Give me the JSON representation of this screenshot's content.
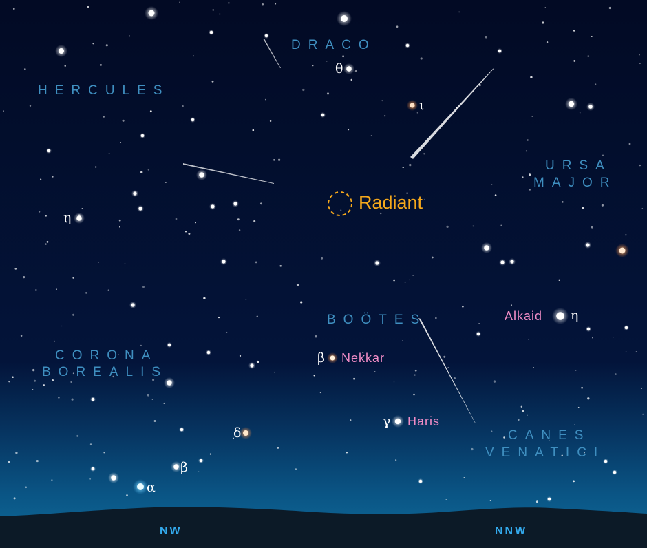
{
  "constellations": {
    "draco": "DRACO",
    "hercules": "HERCULES",
    "ursa_major_1": "URSA",
    "ursa_major_2": "MAJOR",
    "bootes": "BOÖTES",
    "corona_1": "CORONA",
    "corona_2": "BOREALIS",
    "canes_1": "CANES",
    "canes_2": "VENATICI"
  },
  "radiant": {
    "label": "Radiant",
    "color": "#f5a81c"
  },
  "stars": {
    "draco_theta": "θ",
    "draco_iota": "ι",
    "hercules_eta": "η",
    "bootes_beta_letter": "β",
    "bootes_beta_name": "Nekkar",
    "bootes_gamma_letter": "γ",
    "bootes_gamma_name": "Haris",
    "bootes_delta": "δ",
    "crb_alpha": "α",
    "crb_beta": "β",
    "uma_eta_name": "Alkaid",
    "uma_eta_letter": "η"
  },
  "directions": {
    "nw": "NW",
    "nnw": "NNW"
  },
  "colors": {
    "sky_top": "#020a24",
    "sky_horizon": "#0f6d9c",
    "constellation_label": "#3f8fc0",
    "star_name": "#f08cc6",
    "direction": "#33a9ec"
  }
}
